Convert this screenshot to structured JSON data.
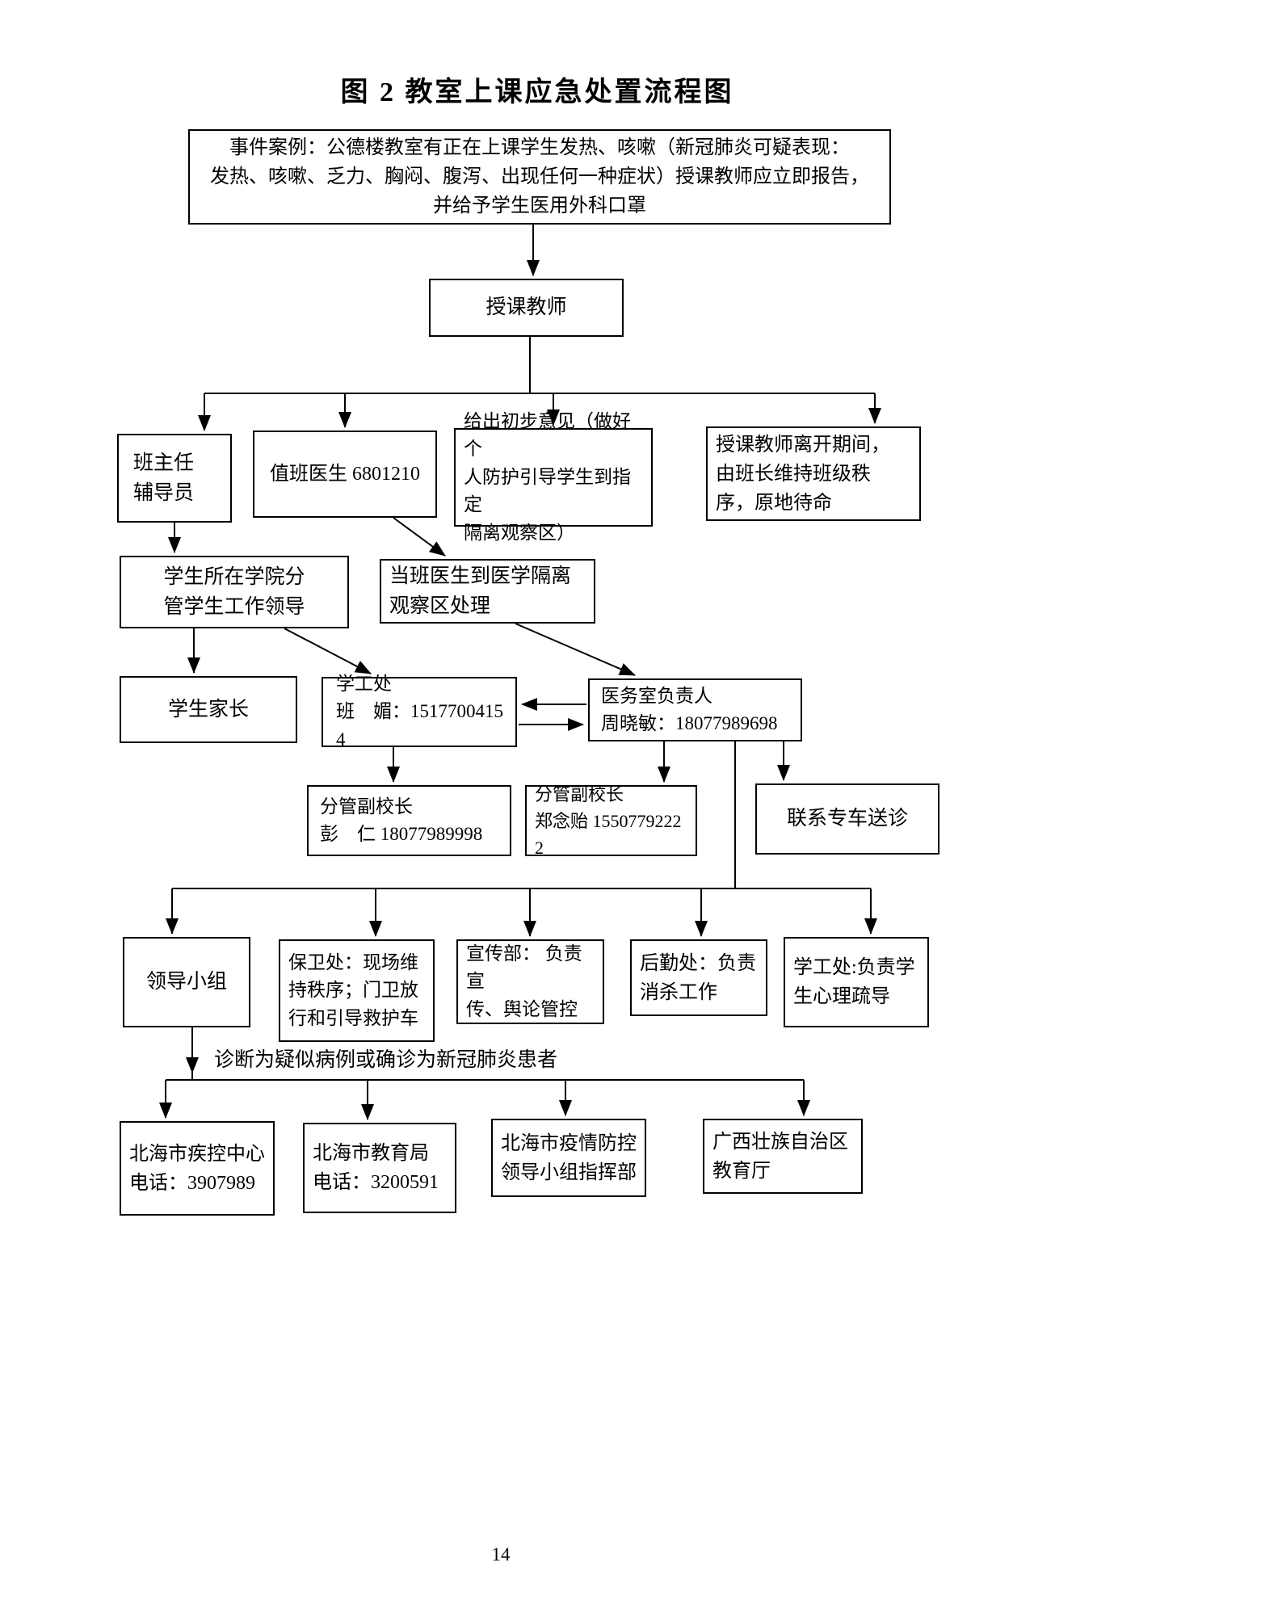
{
  "title": "图 2 教室上课应急处置流程图",
  "page_number": "14",
  "labels": {
    "diagnosis": "诊断为疑似病例或确诊为新冠肺炎患者"
  },
  "nodes": {
    "event_case": {
      "text": "事件案例：公德楼教室有正在上课学生发热、咳嗽（新冠肺炎可疑表现：\n发热、咳嗽、乏力、胸闷、腹泻、出现任何一种症状）授课教师应立即报告，\n并给予学生医用外科口罩"
    },
    "teacher": {
      "text": "授课教师"
    },
    "class_teacher": {
      "text": "班主任\n辅导员"
    },
    "duty_doctor": {
      "text": "值班医生 6801210"
    },
    "initial_opinion": {
      "text": "给出初步意见（做好个\n人防护引导学生到指定\n隔离观察区）"
    },
    "monitor": {
      "text": "授课教师离开期间，\n由班长维持班级秩\n序，原地待命"
    },
    "college_leader": {
      "text": "学生所在学院分\n管学生工作领导"
    },
    "isolation_doctor": {
      "text": "当班医生到医学隔离\n观察区处理"
    },
    "parents": {
      "text": "学生家长"
    },
    "student_affairs": {
      "text": "学工处\n班　媚：15177004154"
    },
    "clinic_head": {
      "text": "医务室负责人\n周晓敏：18077989698"
    },
    "vice_principal_1": {
      "text": "分管副校长\n彭　仁 18077989998"
    },
    "vice_principal_2": {
      "text": "分管副校长\n郑念贻 15507792222"
    },
    "special_car": {
      "text": "联系专车送诊"
    },
    "leadership_group": {
      "text": "领导小组"
    },
    "security": {
      "text": "保卫处：现场维\n持秩序；门卫放\n行和引导救护车"
    },
    "publicity": {
      "text": "宣传部： 负责宣\n传、舆论管控"
    },
    "logistics": {
      "text": "后勤处：负责\n消杀工作"
    },
    "student_affairs_psych": {
      "text": "学工处:负责学\n生心理疏导"
    },
    "cdc": {
      "text": "北海市疾控中心\n电话：3907989"
    },
    "education_bureau": {
      "text": "北海市教育局\n电话：3200591"
    },
    "epidemic_hq": {
      "text": "北海市疫情防控\n领导小组指挥部"
    },
    "gx_education": {
      "text": "广西壮族自治区\n教育厅"
    }
  }
}
